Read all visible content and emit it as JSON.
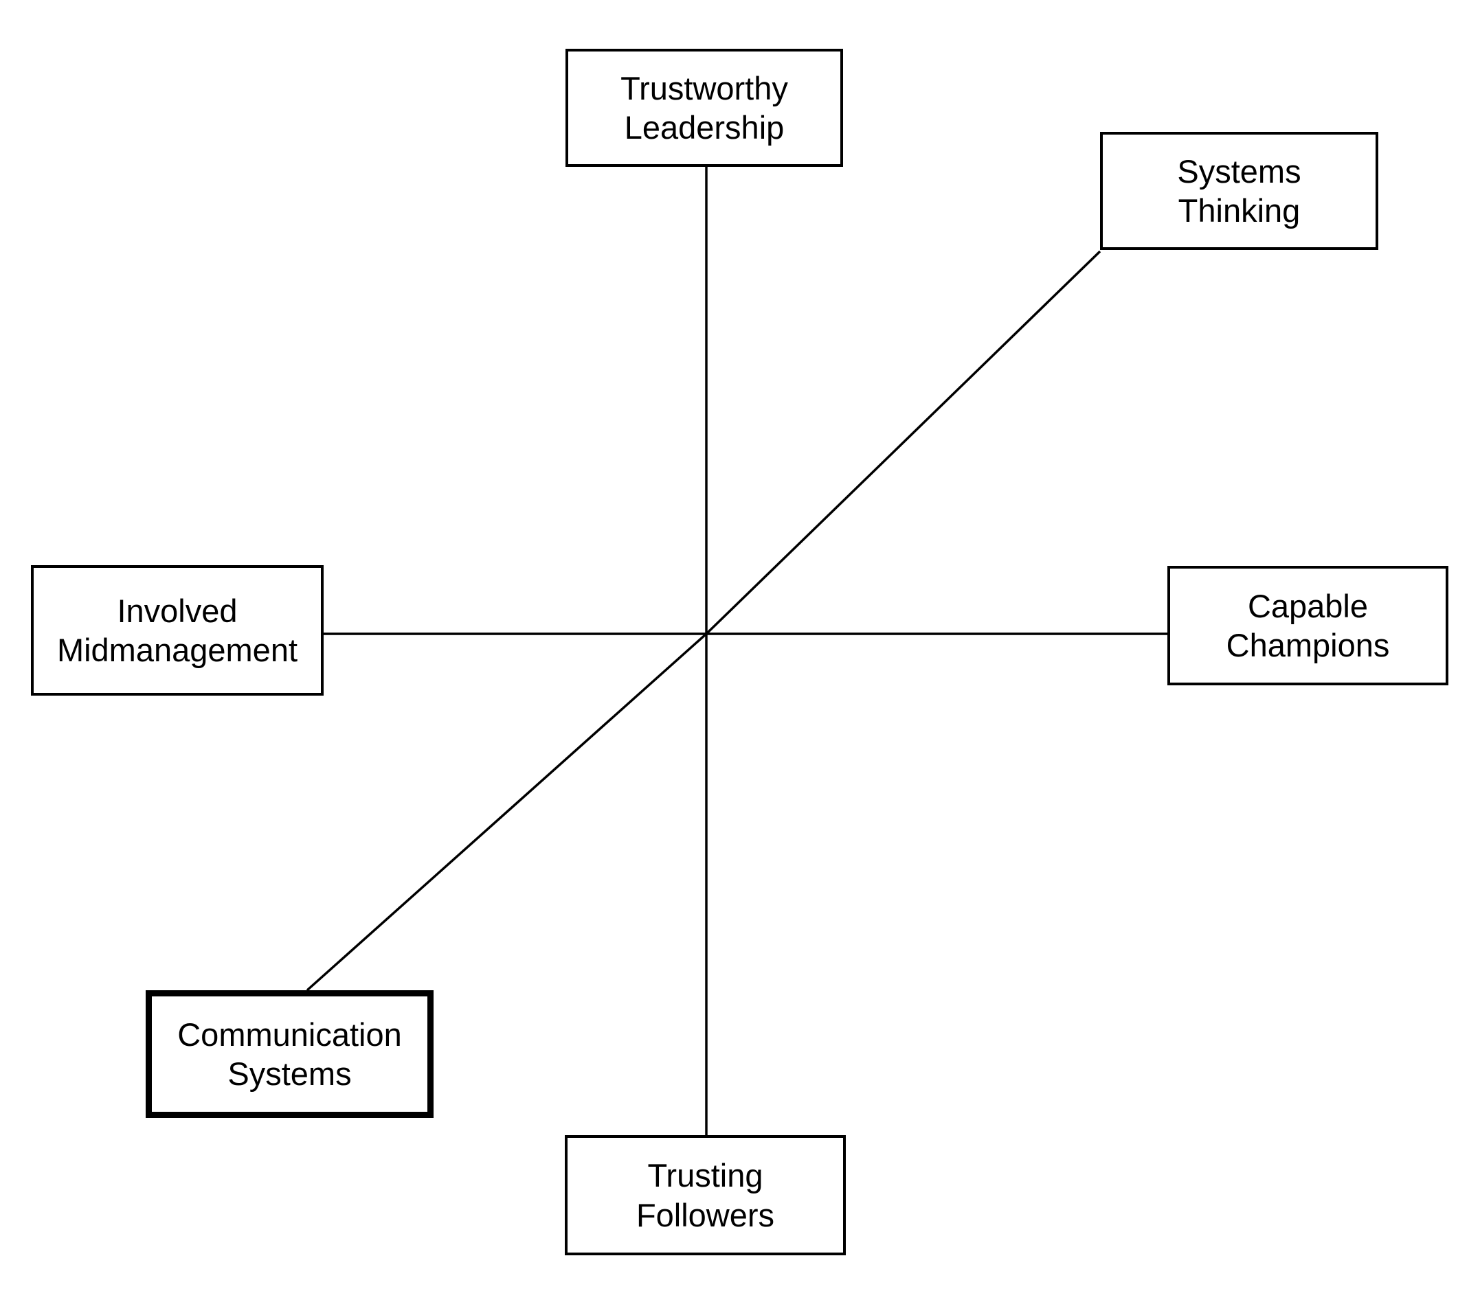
{
  "colors": {
    "background": "#ffffff",
    "line": "#000000",
    "text": "#000000",
    "box_fill": "#ffffff",
    "box_border": "#000000"
  },
  "nodes": [
    {
      "id": "trustworthy-leadership",
      "label": "Trustworthy\nLeadership",
      "emphasized": false
    },
    {
      "id": "systems-thinking",
      "label": "Systems\nThinking",
      "emphasized": false
    },
    {
      "id": "involved-midmanagement",
      "label": "Involved\nMidmanagement",
      "emphasized": false
    },
    {
      "id": "capable-champions",
      "label": "Capable\nChampions",
      "emphasized": false
    },
    {
      "id": "communication-systems",
      "label": "Communication\nSystems",
      "emphasized": true
    },
    {
      "id": "trusting-followers",
      "label": "Trusting\nFollowers",
      "emphasized": false
    }
  ],
  "edges": [
    {
      "from": "trustworthy-leadership",
      "to": "trusting-followers"
    },
    {
      "from": "involved-midmanagement",
      "to": "capable-champions"
    },
    {
      "from": "systems-thinking",
      "to": "communication-systems"
    }
  ]
}
